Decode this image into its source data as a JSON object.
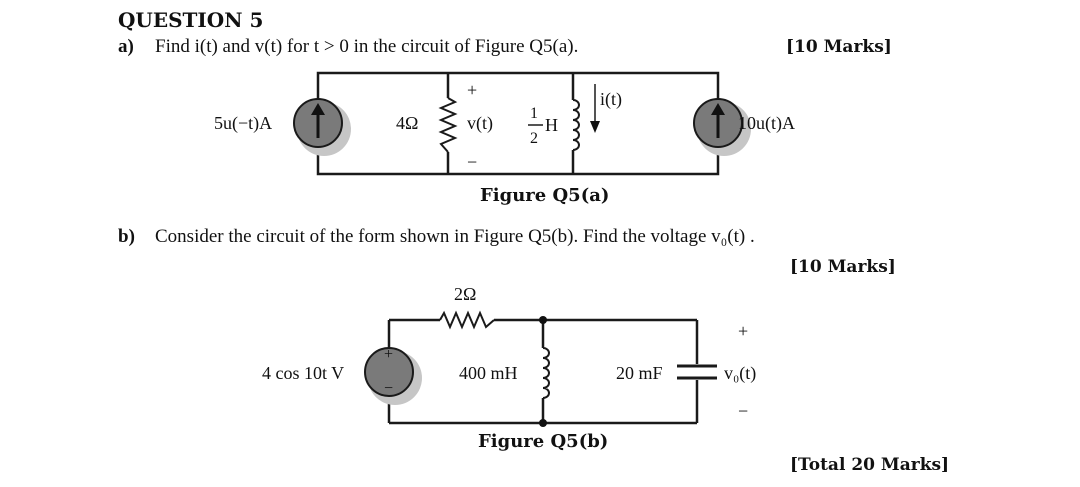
{
  "question": {
    "title": "QUESTION 5",
    "part_a": {
      "label": "a)",
      "text": "Find i(t) and v(t) for t > 0 in the circuit of Figure Q5(a).",
      "marks": "[10 Marks]"
    },
    "part_b": {
      "label": "b)",
      "text": "Consider the circuit of the form shown in Figure Q5(b). Find the voltage v₀(t) .",
      "marks": "[10 Marks]"
    },
    "total": "[Total 20 Marks]"
  },
  "figure_a": {
    "caption": "Figure Q5(a)",
    "source_left": "5u(−t)A",
    "resistor": "4Ω",
    "voltage_label": "v(t)",
    "plus": "+",
    "minus": "−",
    "inductor_num": "1",
    "inductor_den": "2",
    "inductor_unit": "H",
    "current_label": "i(t)",
    "source_right": "10u(t)A"
  },
  "figure_b": {
    "caption": "Figure Q5(b)",
    "source": "4 cos 10t V",
    "source_plus": "+",
    "source_minus": "−",
    "resistor": "2Ω",
    "inductor": "400 mH",
    "capacitor": "20 mF",
    "output_label": "v₀(t)",
    "plus": "+",
    "minus": "−"
  },
  "colors": {
    "source_fill": "#7a7a7a",
    "source_shadow": "#c6c6c6",
    "wire": "#1a1a1a"
  }
}
